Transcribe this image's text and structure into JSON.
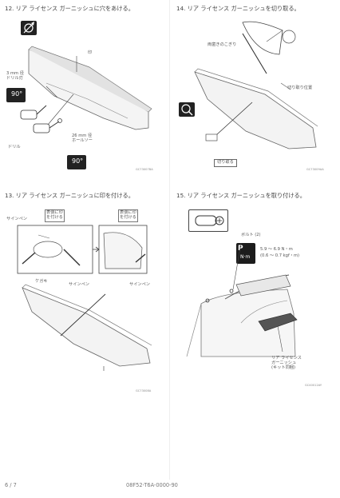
{
  "steps": {
    "s12": {
      "title": "12. リア ライセンス ガーニッシュに穴をあける。",
      "labels": {
        "drill_bit": "3 mm 径\nドリル刃",
        "drill": "ドリル",
        "hole_saw": "26 mm 径\nホールソー",
        "mark": "印",
        "angle": "90°"
      },
      "code": "GC73007BA"
    },
    "s13": {
      "title": "13. リア ライセンス ガーニッシュに印を付ける。",
      "labels": {
        "sign_pen_top": "サインペン",
        "mark_left": "表側に印\nを付ける",
        "mark_right": "表側に印\nを付ける",
        "scriber": "ケガキ",
        "sign_pen_mid": "サインペン",
        "sign_pen_right": "サインペン"
      },
      "code": "GC73008A"
    },
    "s14": {
      "title": "14. リア ライセンス ガーニッシュを切り取る。",
      "labels": {
        "saw": "両歯きのこぎり",
        "cut_position": "切り取り位置",
        "cut": "切り取る"
      },
      "code": "GC73009AA"
    },
    "s15": {
      "title": "15. リア ライセンス ガーニッシュを取り付ける。",
      "labels": {
        "bolt": "ボルト (2)",
        "torque_line1": "5.9 ～ 6.9 N・m",
        "torque_line2": "(0.6 ～ 0.7 kgf・m)",
        "nm_icon": "N·m",
        "garnish": "リア ライセンス\nガーニッシュ\n(キット同梱)"
      },
      "code": "GC40012AY"
    }
  },
  "footer": {
    "page": "6 / 7",
    "doc_code": "08F52-T6A-0000-90"
  },
  "icons": [
    "drill-icon",
    "angle-90-icon",
    "cut-tool-icon",
    "car-top-view-icon",
    "torque-wrench-icon"
  ]
}
